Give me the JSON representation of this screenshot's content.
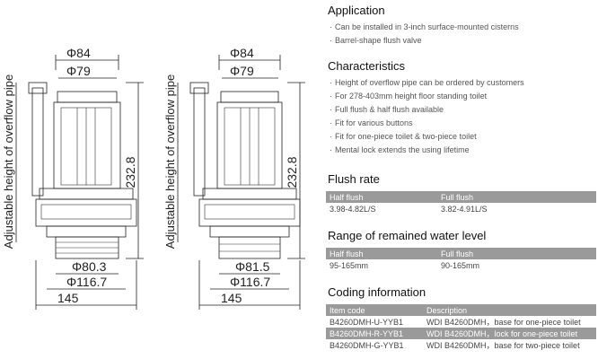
{
  "drawing": {
    "left": {
      "top_dim_outer": "Φ84",
      "top_dim_inner": "Φ79",
      "side_label": "Adjustable height of overflow pipe",
      "height_dim": "232.8",
      "bottom_dim_1": "Φ80.3",
      "bottom_dim_2": "Φ116.7",
      "bottom_dim_3": "145"
    },
    "right": {
      "top_dim_outer": "Φ84",
      "top_dim_inner": "Φ79",
      "side_label": "Adjustable height of overflow pipe",
      "height_dim": "232.8",
      "bottom_dim_1": "Φ81.5",
      "bottom_dim_2": "Φ116.7",
      "bottom_dim_3": "145"
    }
  },
  "application": {
    "title": "Application",
    "items": [
      "Can be installed in 3-inch surface-mounted cisterns",
      "Barrel-shape flush valve"
    ]
  },
  "characteristics": {
    "title": "Characteristics",
    "items": [
      "Height of overflow pipe can be ordered by customers",
      "For 278-403mm height floor standing toilet",
      "Full flush & half flush available",
      "Fit for various buttons",
      "Fit for one-piece toilet & two-piece toilet",
      "Mental lock extends the using lifetime"
    ]
  },
  "flush_rate": {
    "title": "Flush rate",
    "headers": [
      "Half flush",
      "Full flush"
    ],
    "values": [
      "3.98-4.82L/S",
      "3.82-4.91L/S"
    ]
  },
  "water_level": {
    "title": "Range of remained water level",
    "headers": [
      "Half flush",
      "Full flush"
    ],
    "values": [
      "95-165mm",
      "90-165mm"
    ]
  },
  "coding": {
    "title": "Coding information",
    "headers": [
      "Item code",
      "Description"
    ],
    "rows": [
      [
        "B4260DMH-U-YYB1",
        "WDI  B4260DMH，base for one-piece toilet"
      ],
      [
        "B4260DMH-R-YYB1",
        "WDI  B4260DMH，lock for one-piece toilet"
      ],
      [
        "B4260DMH-G-YYB1",
        "WDI  B4260DMH，base for two-piece toilet"
      ]
    ]
  }
}
